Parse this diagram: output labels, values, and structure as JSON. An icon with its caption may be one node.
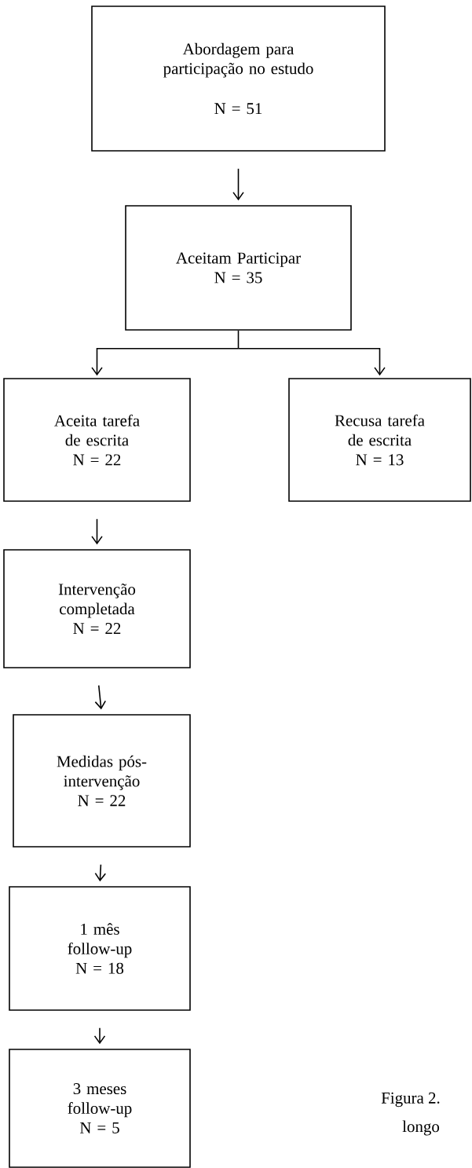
{
  "diagram": {
    "nodes": [
      {
        "text": [
          "Abordagem para participação no estudo",
          "N = 51"
        ]
      },
      {
        "text": [
          "Aceitam Participar",
          "N = 35"
        ]
      },
      {
        "text": [
          "Aceita tarefa de escrita",
          "N = 22"
        ]
      },
      {
        "text": [
          "Recusa tarefa de escrita",
          "N = 13"
        ]
      },
      {
        "text": [
          "Intervenção completada",
          "N = 22"
        ]
      },
      {
        "text": [
          "Medidas pós-intervenção",
          "N = 22"
        ]
      },
      {
        "text": [
          "1 mês follow-up",
          "N = 18"
        ]
      },
      {
        "text": [
          "3 meses follow-up",
          "N = 5"
        ]
      }
    ],
    "edges": [
      {
        "from": 0,
        "to": 1,
        "arrow": "to"
      },
      {
        "from": 1,
        "to": 2,
        "arrow": "to"
      },
      {
        "from": 1,
        "to": 3,
        "arrow": "to"
      },
      {
        "from": 2,
        "to": 4,
        "arrow": "to"
      },
      {
        "from": 4,
        "to": 5,
        "arrow": "to"
      },
      {
        "from": 5,
        "to": 6,
        "arrow": "to"
      },
      {
        "from": 6,
        "to": 7,
        "arrow": "to"
      }
    ],
    "labels": [
      "Figura 2.",
      "longo"
    ]
  }
}
